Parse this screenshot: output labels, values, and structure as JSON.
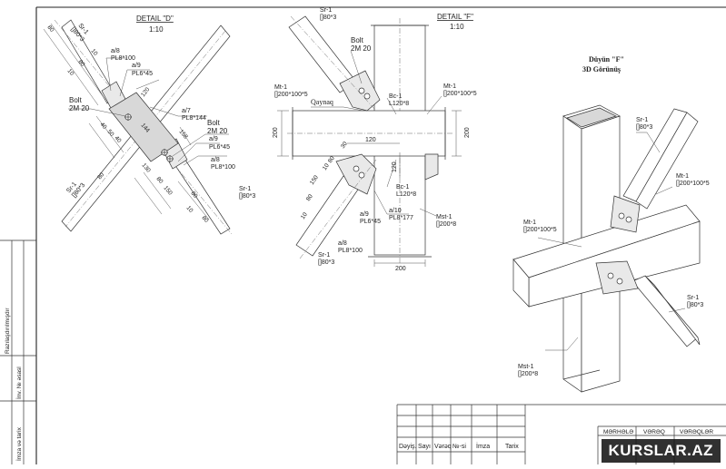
{
  "detail_d": {
    "title": "DETAIL \"D\"",
    "scale": "1:10",
    "labels": {
      "brace_top": "Sr-1",
      "brace_top_sec": "[]80*3",
      "brace_bot": "Sr-1",
      "brace_bot_sec": "[]80*3",
      "brace_right": "Sr-1",
      "brace_right_sec": "[]80*3",
      "a8_top": "a/8",
      "pl8_100_top": "PL8*100",
      "a9_top": "a/9",
      "pl6_45_top": "PL6*45",
      "a7": "a/7",
      "pl8_144": "PL8*144",
      "bolt_left": "Bolt",
      "bolt_left_spec": "2M 20",
      "bolt_right": "Bolt",
      "bolt_right_spec": "2M 20",
      "a9_bot": "a/9",
      "pl6_45_bot": "PL6*45",
      "a8_bot": "a/8",
      "pl8_100_bot": "PL8*100"
    },
    "dims": [
      "80",
      "10",
      "80",
      "10",
      "120",
      "40",
      "50",
      "40",
      "144",
      "158",
      "130",
      "80",
      "150",
      "80",
      "10",
      "80",
      "80"
    ]
  },
  "detail_f": {
    "title": "DETAIL \"F\"",
    "scale": "1:10",
    "labels": {
      "sr_top": "Sr-1",
      "sr_top_sec": "[]80*3",
      "bolt": "Bolt",
      "bolt_spec": "2M 20",
      "mt_left": "Mt-1",
      "mt_left_sec": "[]200*100*5",
      "weld": "Qaynaq",
      "bc_top": "Bc-1",
      "bc_top_sec": "L120*8",
      "mt_right": "Mt-1",
      "mt_right_sec": "[]200*100*5",
      "bc_bot": "Bc-1",
      "bc_bot_sec": "L120*8",
      "a10": "a/10",
      "pl8_177": "PL8*177",
      "mst": "Mst-1",
      "mst_sec": "[]200*8",
      "a9": "a/9",
      "pl6_45": "PL6*45",
      "a8": "a/8",
      "pl8_100": "PL8*100",
      "sr_bot": "Sr-1",
      "sr_bot_sec": "[]80*3"
    },
    "dims": [
      "200",
      "120",
      "120",
      "200",
      "30",
      "80",
      "10",
      "150",
      "80",
      "10",
      "200"
    ]
  },
  "view_3d": {
    "title": "Düyün \"F\"",
    "subtitle": "3D Görünüş",
    "labels": {
      "sr_top": "Sr-1",
      "sr_top_sec": "[]80*3",
      "mt_right": "Mt-1",
      "mt_right_sec": "[]200*100*5",
      "mt_left": "Mt-1",
      "mt_left_sec": "[]200*100*5",
      "sr_bot": "Sr-1",
      "sr_bot_sec": "[]80*3",
      "mst": "Mst-1",
      "mst_sec": "[]200*8"
    }
  },
  "side_stamp": {
    "top": "Razılaşdırılmışdır",
    "mid": "İnv. № əsasl",
    "bot": "İmza və tarix"
  },
  "title_block": {
    "headers": [
      "Dəyiş.",
      "Sayı",
      "Vərəq",
      "№-si",
      "İmza",
      "Tarix"
    ],
    "right_cells": [
      "MƏRHƏLƏ",
      "VƏRƏQ",
      "VƏRƏQLƏR"
    ]
  },
  "watermark": "KURSLAR.AZ"
}
